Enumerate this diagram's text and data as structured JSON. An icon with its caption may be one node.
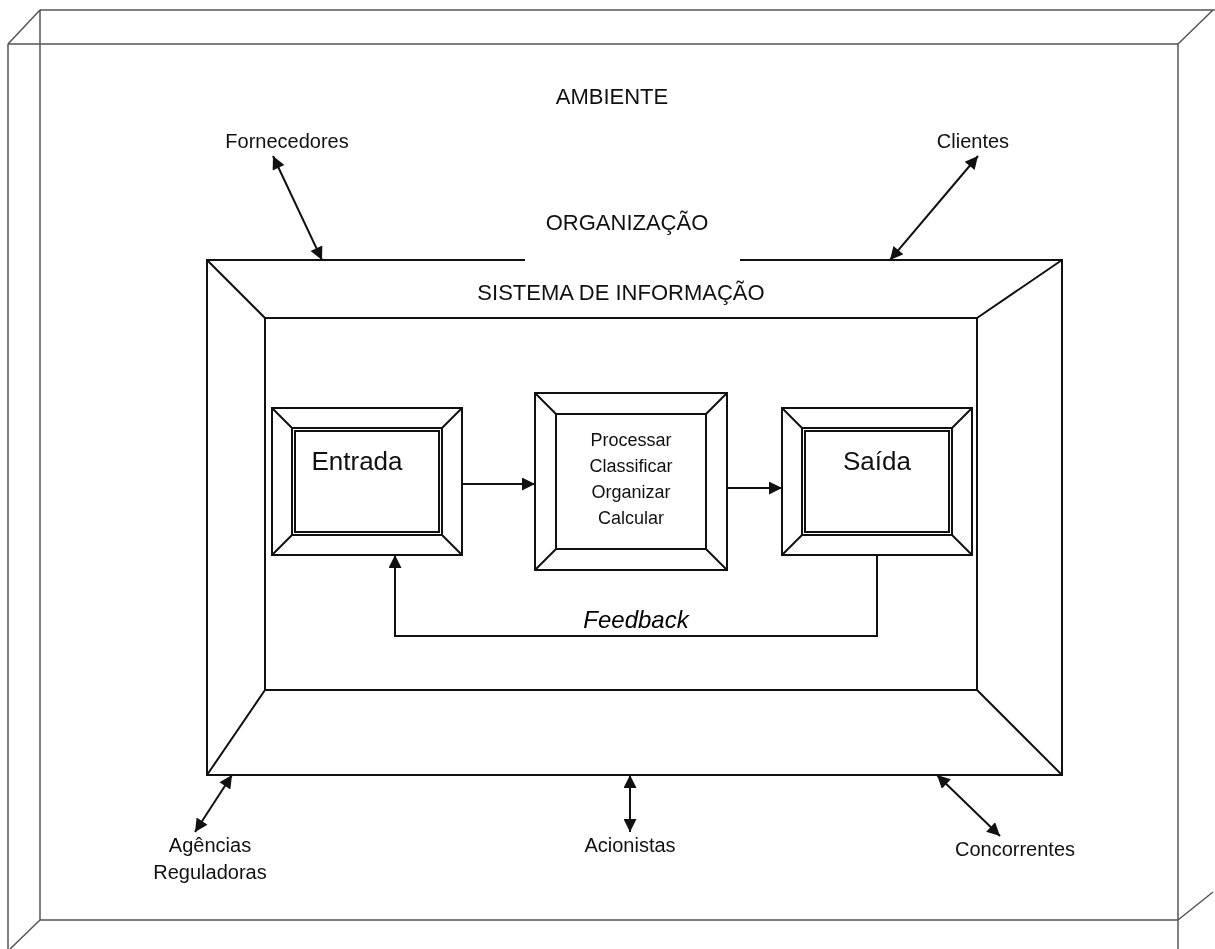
{
  "diagram": {
    "nodes": [
      {
        "text": [
          "AMBIENTE"
        ]
      },
      {
        "text": [
          "ORGANIZAÇÃO"
        ],
        "in": 0
      },
      {
        "text": [
          "SISTEMA DE INFORMAÇÃO"
        ],
        "in": 1
      },
      {
        "text": [
          "Entrada"
        ],
        "in": 2
      },
      {
        "text": [
          "Processar Classificar Organizar Calcular"
        ],
        "in": 2
      },
      {
        "text": [
          "Saída"
        ],
        "in": 2
      },
      {
        "text": [
          "Fornecedores"
        ],
        "in": 0
      },
      {
        "text": [
          "Clientes"
        ],
        "in": 0
      },
      {
        "text": [
          "Agências Reguladoras"
        ],
        "in": 0
      },
      {
        "text": [
          "Acionistas"
        ],
        "in": 0
      },
      {
        "text": [
          "Concorrentes"
        ],
        "in": 0
      }
    ],
    "edges": [
      {
        "from": 3,
        "to": 4,
        "arrow": "to"
      },
      {
        "from": 4,
        "to": 5,
        "arrow": "to"
      },
      {
        "from": 5,
        "to": 3,
        "arrow": "to",
        "label": "Feedback"
      },
      {
        "from": 6,
        "to": 1,
        "arrow": "both"
      },
      {
        "from": 7,
        "to": 1,
        "arrow": "both"
      },
      {
        "from": 8,
        "to": 1,
        "arrow": "both"
      },
      {
        "from": 9,
        "to": 1,
        "arrow": "both"
      },
      {
        "from": 10,
        "to": 1,
        "arrow": "both"
      }
    ]
  }
}
